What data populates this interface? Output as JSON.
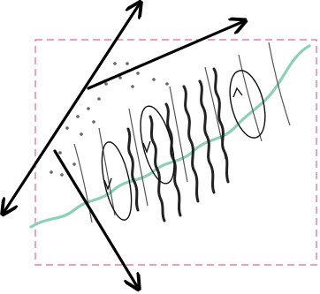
{
  "diagram": {
    "background": "#ffffff",
    "colors": {
      "frame_dashed": "#e06a8a",
      "axis_arrows": "#000000",
      "wavy_band": "#8ecfb8",
      "strands": "#222222",
      "thin_lines": "#555555",
      "ellipses": "#111111",
      "dots": "#666666"
    },
    "elements": [
      "dashed-frame",
      "axis-arrows",
      "wavy-band",
      "vertical-wavy-strands",
      "vertical-thin-lines",
      "ellipse-loops",
      "dot-markers"
    ],
    "icons": {
      "arrowhead": "arrowhead-icon",
      "dot": "dot-icon"
    }
  }
}
